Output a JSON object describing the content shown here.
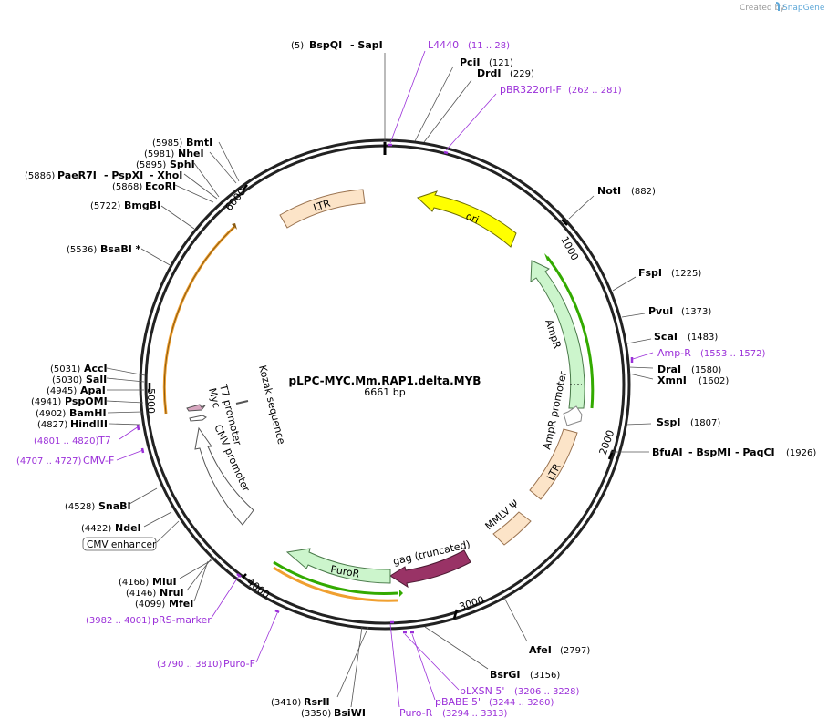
{
  "brand": {
    "created_by": "Created by",
    "app": "SnapGene"
  },
  "title": "pLPC-MYC.Mm.RAP1.delta.MYB",
  "length": "6661 bp",
  "ticks": [
    "1000",
    "2000",
    "3000",
    "4000",
    "5000",
    "6000"
  ],
  "sites": {
    "bspqi_sapi": {
      "pos": "(5)",
      "name": "BspQI",
      "name2": "- SapI"
    },
    "pcii": {
      "name": "PciI",
      "pos": "(121)"
    },
    "drdi": {
      "name": "DrdI",
      "pos": "(229)"
    },
    "noti": {
      "name": "NotI",
      "pos": "(882)"
    },
    "fspi": {
      "name": "FspI",
      "pos": "(1225)"
    },
    "pvui": {
      "name": "PvuI",
      "pos": "(1373)"
    },
    "scai": {
      "name": "ScaI",
      "pos": "(1483)"
    },
    "drai": {
      "name": "DraI",
      "pos": "(1580)"
    },
    "xmni": {
      "name": "XmnI",
      "pos": "(1602)"
    },
    "sspi": {
      "name": "SspI",
      "pos": "(1807)"
    },
    "bfuai": {
      "name": "BfuAI",
      "name2": "- BspMI",
      "name3": "- PaqCI",
      "pos": "(1926)"
    },
    "afei": {
      "name": "AfeI",
      "pos": "(2797)"
    },
    "bsrgi": {
      "name": "BsrGI",
      "pos": "(3156)"
    },
    "rsrii": {
      "pos": "(3410)",
      "name": "RsrII"
    },
    "bsiwi": {
      "pos": "(3350)",
      "name": "BsiWI"
    },
    "mlui": {
      "pos": "(4166)",
      "name": "MluI"
    },
    "nrui": {
      "pos": "(4146)",
      "name": "NruI"
    },
    "mfei": {
      "pos": "(4099)",
      "name": "MfeI"
    },
    "ndei": {
      "pos": "(4422)",
      "name": "NdeI"
    },
    "snabi": {
      "pos": "(4528)",
      "name": "SnaBI"
    },
    "hindiii": {
      "pos": "(4827)",
      "name": "HindIII"
    },
    "bamhi": {
      "pos": "(4902)",
      "name": "BamHI"
    },
    "pspomi": {
      "pos": "(4941)",
      "name": "PspOMI"
    },
    "apai": {
      "pos": "(4945)",
      "name": "ApaI"
    },
    "sali": {
      "pos": "(5030)",
      "name": "SalI"
    },
    "acci": {
      "pos": "(5031)",
      "name": "AccI"
    },
    "bsabi": {
      "pos": "(5536)",
      "name": "BsaBI *"
    },
    "bmgbi": {
      "pos": "(5722)",
      "name": "BmgBI"
    },
    "ecori": {
      "pos": "(5868)",
      "name": "EcoRI"
    },
    "paer7i": {
      "pos": "(5886)",
      "name": "PaeR7I",
      "name2": "- PspXI",
      "name3": "- XhoI"
    },
    "sphi": {
      "pos": "(5895)",
      "name": "SphI"
    },
    "nhei": {
      "pos": "(5981)",
      "name": "NheI"
    },
    "bmti": {
      "pos": "(5985)",
      "name": "BmtI"
    }
  },
  "primers": {
    "l4440": {
      "name": "L4440",
      "pos": "(11 .. 28)"
    },
    "pbr322ori_f": {
      "name": "pBR322ori-F",
      "pos": "(262 .. 281)"
    },
    "amp_r": {
      "name": "Amp-R",
      "pos": "(1553 .. 1572)"
    },
    "plxsn5": {
      "name": "pLXSN 5'",
      "pos": "(3206 .. 3228)"
    },
    "pbabe5": {
      "name": "pBABE 5'",
      "pos": "(3244 .. 3260)"
    },
    "puro_r": {
      "name": "Puro-R",
      "pos": "(3294 .. 3313)"
    },
    "puro_f": {
      "pos": "(3790 .. 3810)",
      "name": "Puro-F"
    },
    "prs_marker": {
      "pos": "(3982 .. 4001)",
      "name": "pRS-marker"
    },
    "cmv_f": {
      "pos": "(4707 .. 4727)",
      "name": "CMV-F"
    },
    "t7": {
      "pos": "(4801 .. 4820)",
      "name": "T7"
    }
  },
  "cmv_enhancer_box": "CMV enhancer",
  "features": {
    "ori": "ori",
    "ampr": "AmpR",
    "ampr_promoter": "AmpR promoter",
    "ltr_right": "LTR",
    "ltr_top": "LTR",
    "mmlv_psi": "MMLV Ψ",
    "gag": "gag (truncated)",
    "puror": "PuroR",
    "cmv_promoter": "CMV promoter",
    "t7_promoter": "T7 promoter",
    "myc": "Myc",
    "kozak": "Kozak sequence"
  },
  "colors": {
    "ori": "#ffff00",
    "ampr_fill": "#ccf5cc",
    "ltr_fill": "#fce4c8",
    "gag_fill": "#993366",
    "primer": "#9b30d9",
    "orange_arc": "#f0a030",
    "green_arc": "#33aa00"
  }
}
